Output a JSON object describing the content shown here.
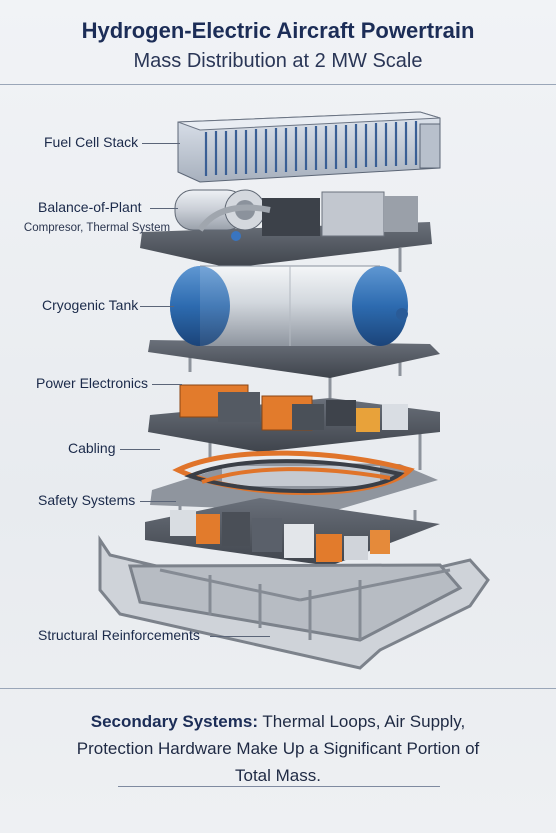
{
  "header": {
    "title": "Hydrogen-Electric Aircraft Powertrain",
    "subtitle": "Mass Distribution at 2 MW Scale"
  },
  "layers": [
    {
      "label": "Fuel Cell Stack"
    },
    {
      "label": "Balance-of-Plant",
      "sublabel": "Compresor, Thermal System"
    },
    {
      "label": "Cryogenic Tank"
    },
    {
      "label": "Power Electronics"
    },
    {
      "label": "Cabling"
    },
    {
      "label": "Safety Systems"
    },
    {
      "label": "Structural Reinforcements"
    }
  ],
  "footer": {
    "bold": "Secondary Systems:",
    "text": " Thermal Loops, Air Supply, Protection Hardware Make Up a Significant Portion of Total Mass."
  },
  "colors": {
    "title": "#1c2d57",
    "tank_blue": "#2d6bb0",
    "cable_orange": "#e0742a",
    "module_orange": "#e27b2c",
    "plate_dark": "#4a4f58"
  }
}
